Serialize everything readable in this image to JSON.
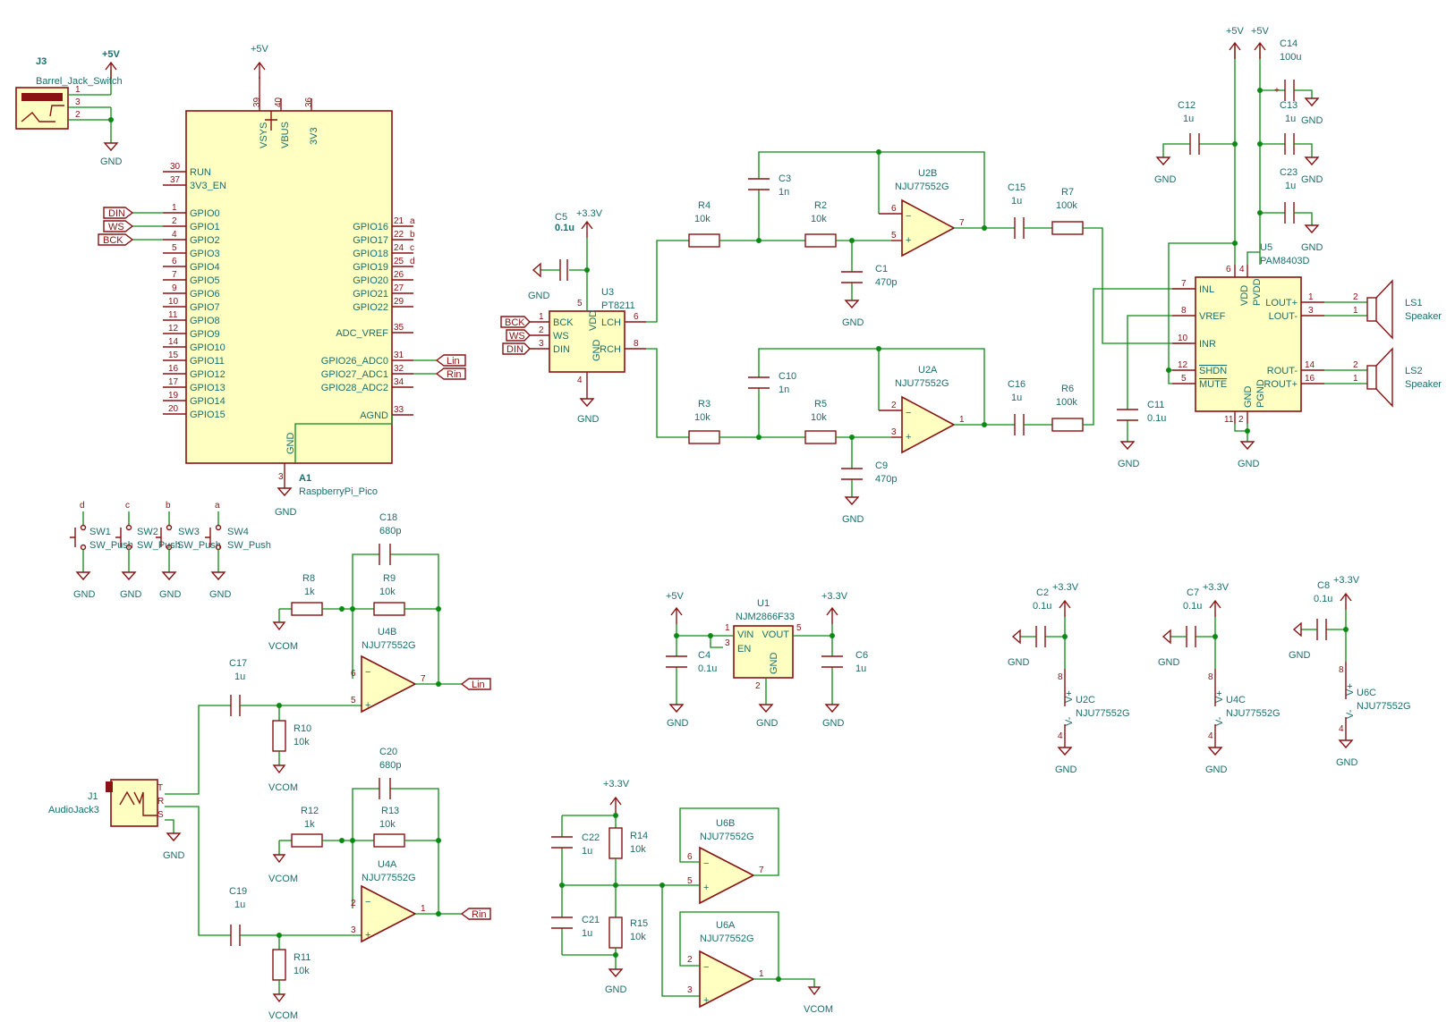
{
  "j3": {
    "ref": "J3",
    "value": "Barrel_Jack_Switch",
    "pins": [
      "1",
      "3",
      "2"
    ]
  },
  "a1": {
    "ref": "A1",
    "value": "RaspberryPi_Pico",
    "top_pins": [
      {
        "num": "39",
        "name": "VSYS"
      },
      {
        "num": "40",
        "name": "VBUS"
      },
      {
        "num": "36",
        "name": "3V3"
      }
    ],
    "left_pins": [
      {
        "num": "30",
        "name": "RUN"
      },
      {
        "num": "37",
        "name": "3V3_EN"
      },
      {
        "num": "1",
        "name": "GPIO0"
      },
      {
        "num": "2",
        "name": "GPIO1"
      },
      {
        "num": "4",
        "name": "GPIO2"
      },
      {
        "num": "5",
        "name": "GPIO3"
      },
      {
        "num": "6",
        "name": "GPIO4"
      },
      {
        "num": "7",
        "name": "GPIO5"
      },
      {
        "num": "9",
        "name": "GPIO6"
      },
      {
        "num": "10",
        "name": "GPIO7"
      },
      {
        "num": "11",
        "name": "GPIO8"
      },
      {
        "num": "12",
        "name": "GPIO9"
      },
      {
        "num": "14",
        "name": "GPIO10"
      },
      {
        "num": "15",
        "name": "GPIO11"
      },
      {
        "num": "16",
        "name": "GPIO12"
      },
      {
        "num": "17",
        "name": "GPIO13"
      },
      {
        "num": "19",
        "name": "GPIO14"
      },
      {
        "num": "20",
        "name": "GPIO15"
      }
    ],
    "right_pins": [
      {
        "num": "21",
        "name": "GPIO16",
        "net": "a"
      },
      {
        "num": "22",
        "name": "GPIO17",
        "net": "b"
      },
      {
        "num": "24",
        "name": "GPIO18",
        "net": "c"
      },
      {
        "num": "25",
        "name": "GPIO19",
        "net": "d"
      },
      {
        "num": "26",
        "name": "GPIO20",
        "net": ""
      },
      {
        "num": "27",
        "name": "GPIO21",
        "net": ""
      },
      {
        "num": "29",
        "name": "GPIO22",
        "net": ""
      },
      {
        "num": "35",
        "name": "ADC_VREF",
        "net": ""
      },
      {
        "num": "31",
        "name": "GPIO26_ADC0",
        "net": ""
      },
      {
        "num": "32",
        "name": "GPIO27_ADC1",
        "net": ""
      },
      {
        "num": "34",
        "name": "GPIO28_ADC2",
        "net": ""
      },
      {
        "num": "33",
        "name": "AGND",
        "net": ""
      }
    ],
    "bottom_pin": {
      "num": "3",
      "name": "GND"
    }
  },
  "switches": [
    {
      "ref": "SW1",
      "value": "SW_Push",
      "net": "d"
    },
    {
      "ref": "SW2",
      "value": "SW_Push",
      "net": "c"
    },
    {
      "ref": "SW3",
      "value": "SW_Push",
      "net": "b"
    },
    {
      "ref": "SW4",
      "value": "SW_Push",
      "net": "a"
    }
  ],
  "u3": {
    "ref": "U3",
    "value": "PT8211",
    "pins": [
      {
        "num": "1",
        "name": "BCK"
      },
      {
        "num": "2",
        "name": "WS"
      },
      {
        "num": "3",
        "name": "DIN"
      },
      {
        "num": "5",
        "name": "VDD"
      },
      {
        "num": "4",
        "name": "GND"
      },
      {
        "num": "6",
        "name": "LCH"
      },
      {
        "num": "8",
        "name": "RCH"
      }
    ]
  },
  "u5": {
    "ref": "U5",
    "value": "PAM8403D",
    "left_pins": [
      {
        "num": "7",
        "name": "INL"
      },
      {
        "num": "8",
        "name": "VREF"
      },
      {
        "num": "10",
        "name": "INR"
      },
      {
        "num": "12",
        "name": "SHDN"
      },
      {
        "num": "5",
        "name": "MUTE"
      }
    ],
    "right_pins": [
      {
        "num": "1",
        "name": "LOUT+"
      },
      {
        "num": "3",
        "name": "LOUT-"
      },
      {
        "num": "14",
        "name": "ROUT-"
      },
      {
        "num": "16",
        "name": "ROUT+"
      }
    ],
    "top_pins": [
      {
        "num": "6",
        "name": "VDD"
      },
      {
        "num": "4",
        "name": "PVDD"
      }
    ],
    "bottom_pins": [
      {
        "num": "11",
        "name": "GND"
      },
      {
        "num": "2",
        "name": "PGND"
      }
    ]
  },
  "u1": {
    "ref": "U1",
    "value": "NJM2866F33",
    "pins": [
      {
        "num": "1",
        "name": "VIN"
      },
      {
        "num": "3",
        "name": "EN"
      },
      {
        "num": "5",
        "name": "VOUT"
      },
      {
        "num": "2",
        "name": "GND"
      }
    ]
  },
  "speakers": [
    {
      "ref": "LS1",
      "value": "Speaker",
      "pins": [
        "2",
        "1"
      ]
    },
    {
      "ref": "LS2",
      "value": "Speaker",
      "pins": [
        "2",
        "1"
      ]
    }
  ],
  "j1": {
    "ref": "J1",
    "value": "AudioJack3",
    "pins": [
      "T",
      "R",
      "S"
    ]
  },
  "opamps": [
    {
      "id": "u2b",
      "ref": "U2B",
      "value": "NJU77552G",
      "pins": [
        "6",
        "5",
        "7"
      ]
    },
    {
      "id": "u2a",
      "ref": "U2A",
      "value": "NJU77552G",
      "pins": [
        "2",
        "3",
        "1"
      ]
    },
    {
      "id": "u4b",
      "ref": "U4B",
      "value": "NJU77552G",
      "pins": [
        "6",
        "5",
        "7"
      ]
    },
    {
      "id": "u4a",
      "ref": "U4A",
      "value": "NJU77552G",
      "pins": [
        "2",
        "3",
        "1"
      ]
    },
    {
      "id": "u6b",
      "ref": "U6B",
      "value": "NJU77552G",
      "pins": [
        "6",
        "5",
        "7"
      ]
    },
    {
      "id": "u6a",
      "ref": "U6A",
      "value": "NJU77552G",
      "pins": [
        "2",
        "3",
        "1"
      ]
    }
  ],
  "opamp_power": [
    {
      "ref": "U2C",
      "value": "NJU77552G",
      "pins": [
        "8",
        "4"
      ],
      "labels": [
        "V+",
        "V-"
      ]
    },
    {
      "ref": "U4C",
      "value": "NJU77552G",
      "pins": [
        "8",
        "4"
      ],
      "labels": [
        "V+",
        "V-"
      ]
    },
    {
      "ref": "U6C",
      "value": "NJU77552G",
      "pins": [
        "8",
        "4"
      ],
      "labels": [
        "V+",
        "V-"
      ]
    }
  ],
  "resistors": {
    "R4": "10k",
    "R2": "10k",
    "R3": "10k",
    "R5": "10k",
    "R7": "100k",
    "R6": "100k",
    "R8": "1k",
    "R9": "10k",
    "R10": "10k",
    "R12": "1k",
    "R13": "10k",
    "R11": "10k",
    "R14": "10k",
    "R15": "10k"
  },
  "capacitors": {
    "C3": "1n",
    "C1": "470p",
    "C10": "1n",
    "C9": "470p",
    "C15": "1u",
    "C16": "1u",
    "C5": "0.1u",
    "C11": "0.1u",
    "C12": "1u",
    "C13": "1u",
    "C14": "100u",
    "C23": "1u",
    "C18": "680p",
    "C20": "680p",
    "C17": "1u",
    "C19": "1u",
    "C4": "0.1u",
    "C6": "1u",
    "C2": "0.1u",
    "C7": "0.1u",
    "C8": "0.1u",
    "C22": "1u",
    "C21": "1u"
  },
  "nets": {
    "gnd": "GND",
    "p5v": "+5V",
    "p33v": "+3.3V",
    "vcom": "VCOM",
    "din": "DIN",
    "ws": "WS",
    "bck": "BCK",
    "lin": "Lin",
    "rin": "Rin",
    "a": "a",
    "b": "b",
    "c": "c",
    "d": "d"
  },
  "colors": {
    "wire": "#0b8a14",
    "symbol": "#8a1212",
    "body_fill": "#ffffc2",
    "text": "#1a6e6e"
  }
}
